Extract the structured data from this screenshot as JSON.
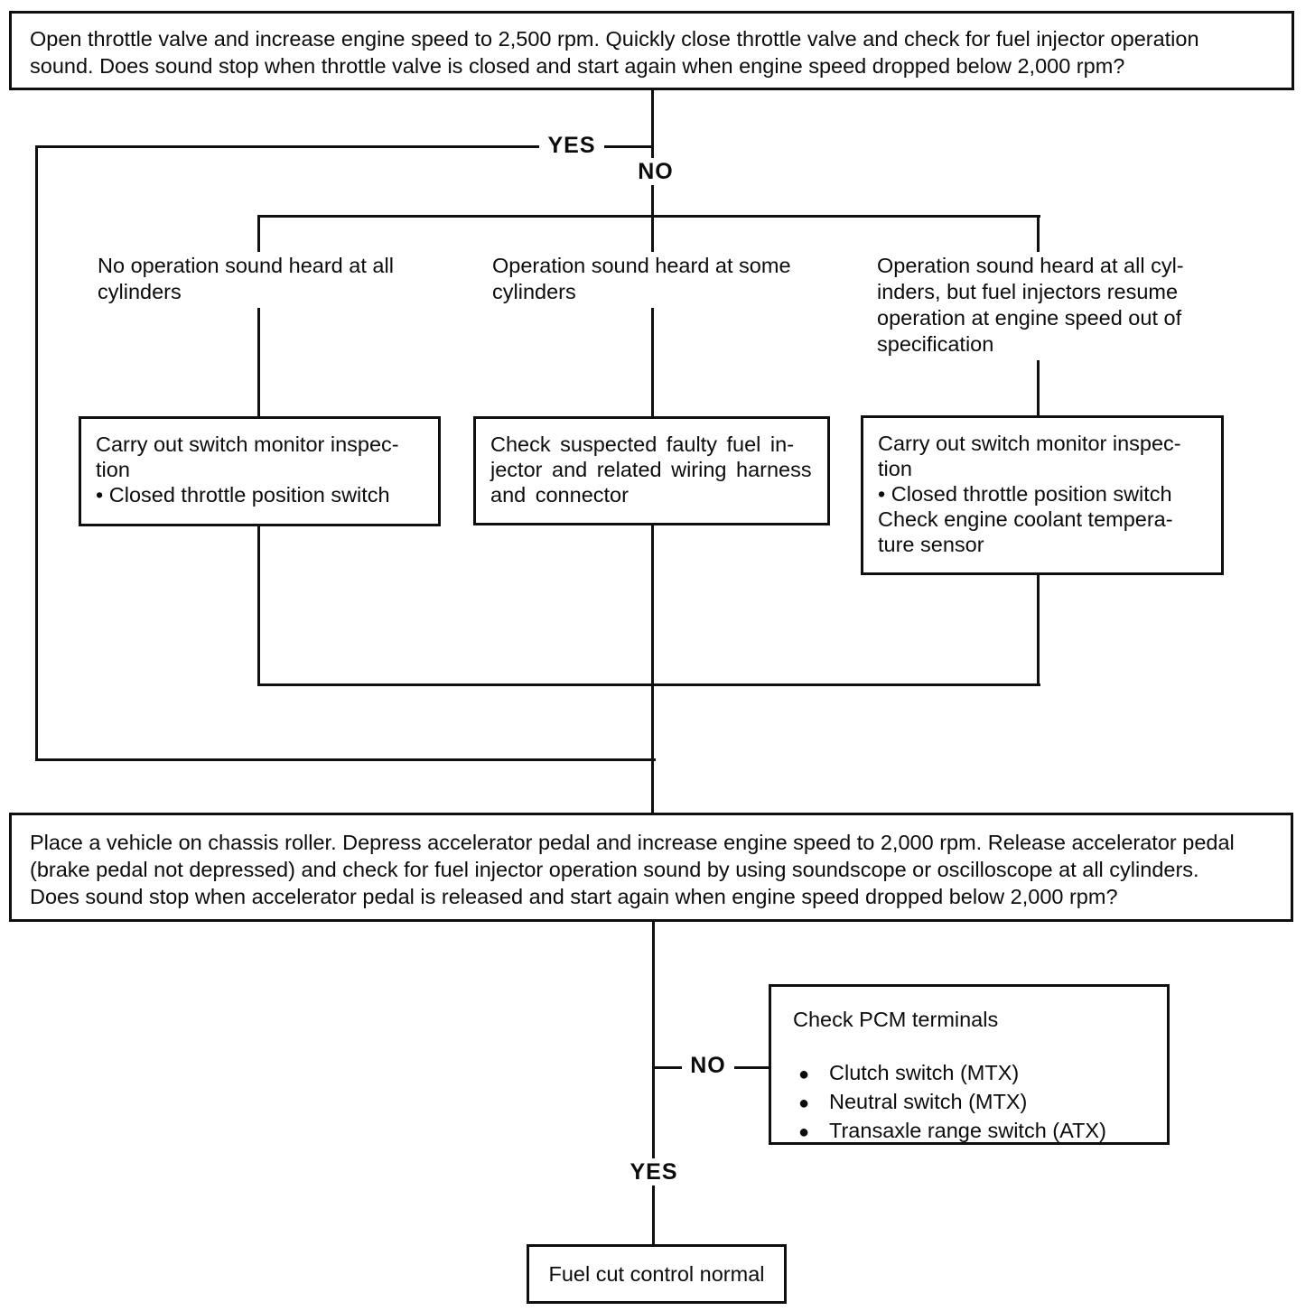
{
  "colors": {
    "ink": "#101010",
    "paper": "#ffffff"
  },
  "flowchart": {
    "question_1": "Open throttle valve and increase engine speed to 2,500 rpm. Quickly close throttle valve and check for fuel injector operation\nsound. Does sound stop when throttle valve is closed and start again when engine speed dropped below 2,000 rpm?",
    "labels": {
      "q1_yes": "YES",
      "q1_no": "NO",
      "q2_no": "NO",
      "q2_yes": "YES"
    },
    "branches": {
      "left": {
        "condition": "No operation sound heard at all\ncylinders",
        "action": "Carry out switch monitor inspec-\ntion\n•  Closed throttle position switch"
      },
      "middle": {
        "condition": "Operation sound heard at some\ncylinders",
        "action": "Check suspected faulty fuel in-\njector and related wiring harness\nand connector"
      },
      "right": {
        "condition": "Operation sound heard at all cyl-\ninders, but fuel injectors resume\noperation at engine speed out of\nspecification",
        "action": "Carry out switch monitor inspec-\ntion\n•  Closed throttle position switch\nCheck engine coolant tempera-\nture sensor"
      }
    },
    "question_2": "Place a vehicle on chassis roller. Depress accelerator pedal and increase engine speed to 2,000 rpm. Release accelerator pedal\n(brake pedal not depressed) and check for fuel injector operation sound by using soundscope or oscilloscope at all cylinders.\nDoes sound stop when accelerator pedal is released and start again when engine speed dropped below 2,000 rpm?",
    "pcm_check": {
      "title": "Check PCM terminals",
      "items": [
        "Clutch switch (MTX)",
        "Neutral switch (MTX)",
        "Transaxle range switch (ATX)"
      ]
    },
    "result": "Fuel cut control normal"
  }
}
